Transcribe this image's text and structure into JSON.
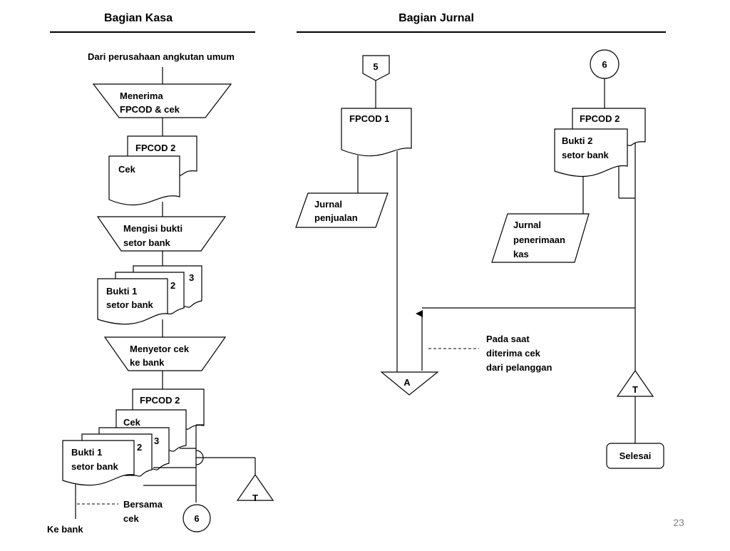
{
  "headers": {
    "kasa": "Bagian Kasa",
    "jurnal": "Bagian Jurnal"
  },
  "kasa": {
    "source": "Dari perusahaan angkutan umum",
    "step1": [
      "Menerima",
      "FPCOD & cek"
    ],
    "doc1_back": "FPCOD  2",
    "doc1_front": "Cek",
    "step2": [
      "Mengisi bukti",
      "setor bank"
    ],
    "bukti_set1": {
      "front": [
        "Bukti     1",
        "setor bank"
      ],
      "n2": "2",
      "n3": "3"
    },
    "step3": [
      "Menyetor cek",
      "ke bank"
    ],
    "bottom_docs": {
      "fpcod": "FPCOD  2",
      "cek": "Cek",
      "front": [
        "Bukti     1",
        "setor bank"
      ],
      "n2": "2",
      "n3": "3"
    },
    "file_t": "T",
    "connector": "6",
    "note": [
      "Bersama",
      "cek"
    ],
    "ke_bank": "Ke bank"
  },
  "jurnal": {
    "offpage5": "5",
    "fpcod1": "FPCOD   1",
    "jurnal_penjualan": [
      "Jurnal",
      "penjualan"
    ],
    "file_a": "A",
    "note": [
      "Pada saat",
      "diterima cek",
      "dari pelanggan"
    ],
    "connector6": "6",
    "fpcod2": "FPCOD  2",
    "bukti2": [
      "Bukti     2",
      "setor bank"
    ],
    "jurnal_penerimaan": [
      "Jurnal",
      "penerimaan",
      "kas"
    ],
    "file_t": "T",
    "selesai": "Selesai"
  },
  "page_number": "23"
}
